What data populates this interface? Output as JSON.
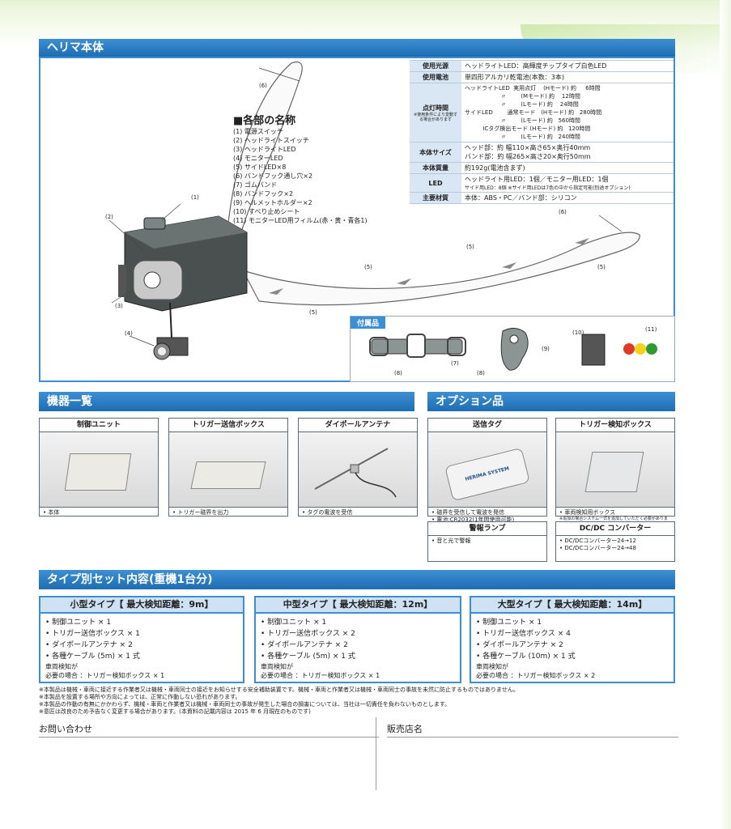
{
  "sections": {
    "main": "ヘリマ本体",
    "devices": "機器一覧",
    "options": "オプション品",
    "sets": "タイプ別セット内容(重機1台分)"
  },
  "parts": {
    "title": "■各部の名称",
    "items": [
      "(1) 電源スイッチ",
      "(2) ヘッドライトスイッチ",
      "(3) ヘッドライトLED",
      "(4) モニターLED",
      "(5) サイドLED×8",
      "(6) バンドフック通し穴×2",
      "(7) ゴムバンド",
      "(8) バンドフック×2",
      "(9) ヘルメットホルダー×2",
      "(10) すべり止めシート",
      "(11) モニターLED用フィルム(赤・黄・青各1)"
    ]
  },
  "spec": {
    "light_source_h": "使用光源",
    "light_source": "ヘッドライトLED：高輝度チップタイプ白色LED",
    "battery_h": "使用電池",
    "battery": "単四形アルカリ乾電池(本数：3本)",
    "lamp_h": "点灯時間",
    "lamp_note": "※使用条件により変動する場合があります",
    "lamp_rows": [
      "ヘッドライトLED  実用点灯    (Hモード) 約     6時間",
      "                    〃        (Mモード) 約    12時間",
      "                    〃        (Lモード) 約    24時間",
      "サイドLED        通常モード   (Hモード) 約   280時間",
      "                    〃        (Lモード) 約   560時間",
      "          ICタグ検出モード (Hモード) 約   120時間",
      "                    〃        (Lモード) 約   240時間"
    ],
    "size_h": "本体サイズ",
    "size_1": "ヘッド部：約 幅110×高さ65×奥行40mm",
    "size_2": "バンド部：約 幅265×高さ20×奥行50mm",
    "weight_h": "本体質量",
    "weight": "約192g(電池含まず)",
    "led_h": "LED",
    "led_1": "ヘッドライト用LED：1個／モニター用LED：1個",
    "led_2": "サイド用LED：8個 ※サイド用LEDは7色の中から指定可能(別途オプション)",
    "material_h": "主要材質",
    "material": "本体：ABS・PC／バンド部：シリコン"
  },
  "callouts": {
    "c1": "(1)",
    "c2": "(2)",
    "c3": "(3)",
    "c4": "(4)",
    "c5": "(5)",
    "c6": "(6)",
    "c7": "(7)",
    "c8": "(8)",
    "c9": "(9)",
    "c10": "(10)",
    "c11": "(11)"
  },
  "accessories": {
    "title": "付属品"
  },
  "devices": [
    {
      "title": "制御ユニット",
      "desc": "• 本体"
    },
    {
      "title": "トリガー送信ボックス",
      "desc": "• トリガー磁界を出力"
    },
    {
      "title": "ダイポールアンテナ",
      "desc": "• タグの電波を受信"
    }
  ],
  "options": [
    {
      "title": "送信タグ",
      "desc1": "• 磁界を受信して電波を発信",
      "desc2": "• 電池:CR2032(1年間使用可能)"
    },
    {
      "title": "トリガー検知ボックス",
      "desc1": "• 車両検知用ボックス",
      "desc2": "※追加の場合システム一式を追加していただく必要があります"
    },
    {
      "title": "警報ランプ",
      "desc1": "• 音と光で警報"
    },
    {
      "title": "DC/DC コンバーター",
      "desc1": "• DC/DCコンバーター24→12",
      "desc2": "• DC/DCコンバーター24→48"
    }
  ],
  "tag_logo": "HERIMA SYSTEM",
  "types": [
    {
      "title": "小型タイプ【 最大検知距離：9m】",
      "items": [
        "• 制御ユニット × 1",
        "• トリガー送信ボックス × 1",
        "• ダイポールアンテナ × 2",
        "• 各種ケーブル (5m) × 1 式"
      ],
      "cond": "車両検知が\n必要の場合 ：トリガー検知ボックス × 1"
    },
    {
      "title": "中型タイプ【 最大検知距離：12m】",
      "items": [
        "• 制御ユニット × 1",
        "• トリガー送信ボックス × 2",
        "• ダイポールアンテナ × 2",
        "• 各種ケーブル (5m) × 1 式"
      ],
      "cond": "車両検知が\n必要の場合 ：トリガー検知ボックス × 1"
    },
    {
      "title": "大型タイプ【 最大検知距離：14m】",
      "items": [
        "• 制御ユニット × 1",
        "• トリガー送信ボックス × 4",
        "• ダイポールアンテナ × 2",
        "• 各種ケーブル (10m) × 1 式"
      ],
      "cond": "車両検知が\n必要の場合 ：トリガー検知ボックス × 2"
    }
  ],
  "notes": [
    "※本製品は機械・車両に接近する作業者又は機械・車両同士の接近をお知らせする安全補助装置です。機械・車両と作業者又は機械・車両同士の事故を未然に防止するものではありません。",
    "※本製品を設置する場所や方向によっては、正常に作動しない恐れがあります。",
    "※本製品の作動の有無にかかわらず、機械・車両と作業者又は機械・車両同士の事故が発生した場合の損害については、当社は一切責任を負わないものとします。",
    "※意匠は改良のため予告なく変更する場合があります。(本資料の記載内容は 2015 年 6 月現在のものです)"
  ],
  "contact": {
    "inquiry": "お問い合わせ",
    "dealer": "販売店名"
  },
  "colors": {
    "accent": "#1e6db4",
    "film_red": "#e03a2a",
    "film_yellow": "#f2d21a",
    "film_green": "#2f9a2e"
  }
}
